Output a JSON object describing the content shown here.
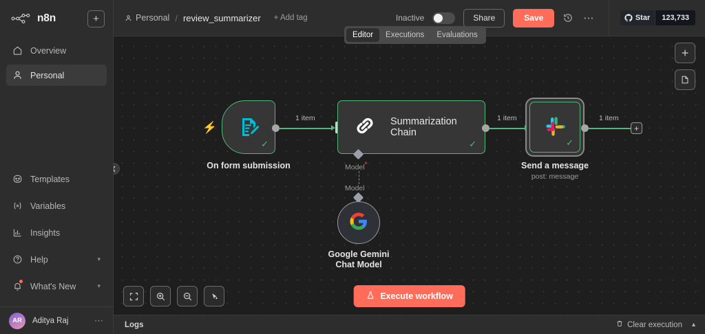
{
  "sidebar": {
    "brand": "n8n",
    "new_button": "+",
    "nav": [
      {
        "label": "Overview",
        "icon": "home-icon",
        "active": false
      },
      {
        "label": "Personal",
        "icon": "person-icon",
        "active": true
      }
    ],
    "bottom_nav": [
      {
        "label": "Templates",
        "icon": "templates-icon",
        "chevron": false,
        "badge": false
      },
      {
        "label": "Variables",
        "icon": "variables-icon",
        "chevron": false,
        "badge": false
      },
      {
        "label": "Insights",
        "icon": "insights-icon",
        "chevron": false,
        "badge": false
      },
      {
        "label": "Help",
        "icon": "help-icon",
        "chevron": true,
        "badge": false
      },
      {
        "label": "What's New",
        "icon": "bell-icon",
        "chevron": true,
        "badge": true
      }
    ],
    "user": {
      "initials": "AR",
      "name": "Aditya Raj",
      "menu": "⋯"
    }
  },
  "header": {
    "breadcrumb_project": "Personal",
    "breadcrumb_separator": "/",
    "workflow_name": "review_summarizer",
    "add_tag": "+ Add tag",
    "active_state_label": "Inactive",
    "active_state_on": false,
    "share_label": "Share",
    "save_label": "Save",
    "history_icon": "history-icon",
    "more_menu": "⋯",
    "github": {
      "label": "Star",
      "count": "123,733"
    }
  },
  "tabs": [
    {
      "label": "Editor",
      "active": true
    },
    {
      "label": "Executions",
      "active": false
    },
    {
      "label": "Evaluations",
      "active": false
    }
  ],
  "canvas": {
    "collapse_icon": "chevron-left-icon",
    "tools_right": [
      {
        "icon": "plus-icon",
        "label": "+"
      },
      {
        "icon": "sticky-note-icon",
        "label": ""
      }
    ],
    "tools_bottom": [
      {
        "icon": "fit-view-icon"
      },
      {
        "icon": "zoom-in-icon"
      },
      {
        "icon": "zoom-out-icon"
      },
      {
        "icon": "reset-zoom-icon"
      }
    ],
    "execute_label": "Execute workflow",
    "execute_icon": "flask-icon",
    "execute_color": "#ff6d5a"
  },
  "nodes": [
    {
      "id": "form",
      "title": "On form submission",
      "subtitle": "",
      "icon": "form-icon",
      "icon_color": "#00bcd4",
      "status": "success",
      "trigger": true
    },
    {
      "id": "chain",
      "title": "",
      "inline_title": "Summarization Chain",
      "subtitle": "",
      "icon": "chain-link-icon",
      "icon_color": "#ffffff",
      "status": "success",
      "trigger": false
    },
    {
      "id": "slack",
      "title": "Send a message",
      "subtitle": "post: message",
      "icon": "slack-icon",
      "icon_color": "multi",
      "status": "success",
      "selected": true,
      "trigger": false
    },
    {
      "id": "gemini",
      "title": "Google Gemini Chat Model",
      "subtitle": "",
      "icon": "google-icon",
      "icon_color": "multi",
      "status": "none",
      "trigger": false
    }
  ],
  "connections": [
    {
      "from": "form",
      "to": "chain",
      "label": "1 item"
    },
    {
      "from": "chain",
      "to": "slack",
      "label": "1 item"
    },
    {
      "from": "slack",
      "to": "end",
      "label": "1 item"
    }
  ],
  "sub_connection": {
    "port_label": "Model",
    "required_marker": "*",
    "endpoint_label": "Model"
  },
  "logs": {
    "title": "Logs",
    "clear_label": "Clear execution",
    "clear_icon": "trash-icon",
    "expand_icon": "chevron-up-icon"
  },
  "colors": {
    "accent": "#ff6d5a",
    "success": "#4fb87a",
    "canvas_bg": "#1e1e1e",
    "panel_bg": "#2d2d2d"
  }
}
